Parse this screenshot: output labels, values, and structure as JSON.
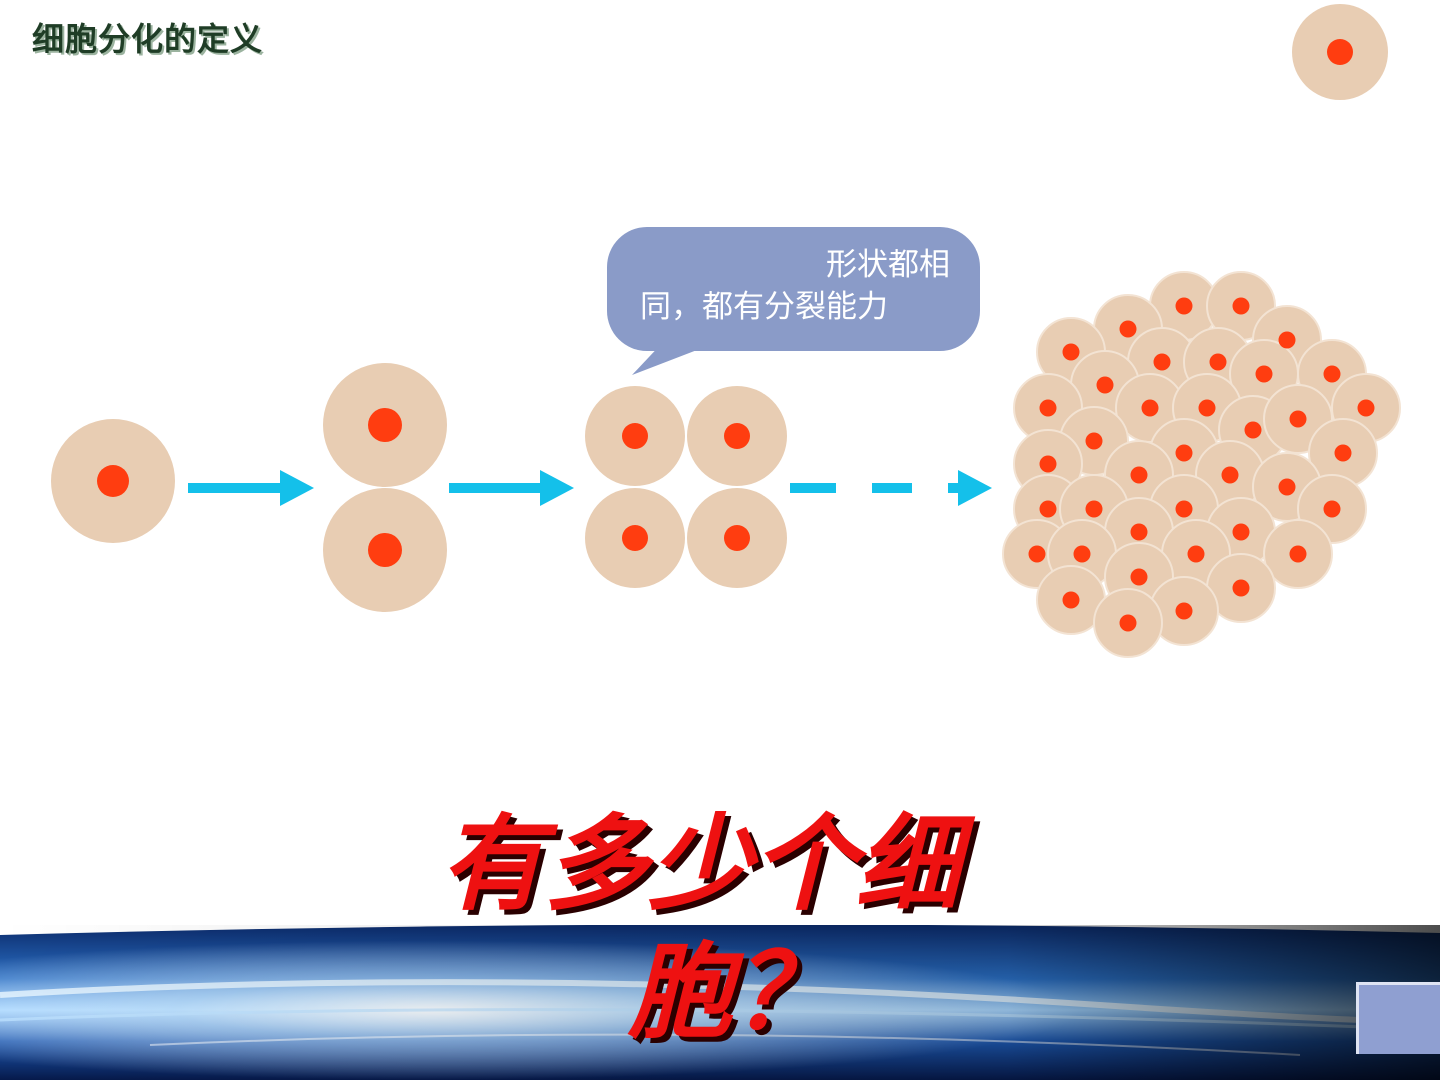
{
  "slide": {
    "title": "细胞分化的定义",
    "callout": {
      "line1": "形状都相",
      "line2": "同，都有分裂能力"
    },
    "question": {
      "line1": "有多少个细",
      "line2": "胞？"
    }
  },
  "colors": {
    "cytoplasm": "#e8cdb3",
    "nucleus": "#ff3d10",
    "arrow": "#14c0ea",
    "callout_fill": "#8a9bc8",
    "question_text": "#ee1111",
    "title_text": "#1f3d26"
  },
  "icons": [
    "single-cell-icon",
    "arrow-right-icon",
    "dashed-arrow-icon",
    "cell-cluster-icon"
  ],
  "diagram": {
    "stages": [
      {
        "name": "one-cell",
        "cell_count": 1
      },
      {
        "name": "two-cells",
        "cell_count": 2
      },
      {
        "name": "four-cells",
        "cell_count": 4
      },
      {
        "name": "many-cells",
        "cell_count": 40
      }
    ]
  }
}
